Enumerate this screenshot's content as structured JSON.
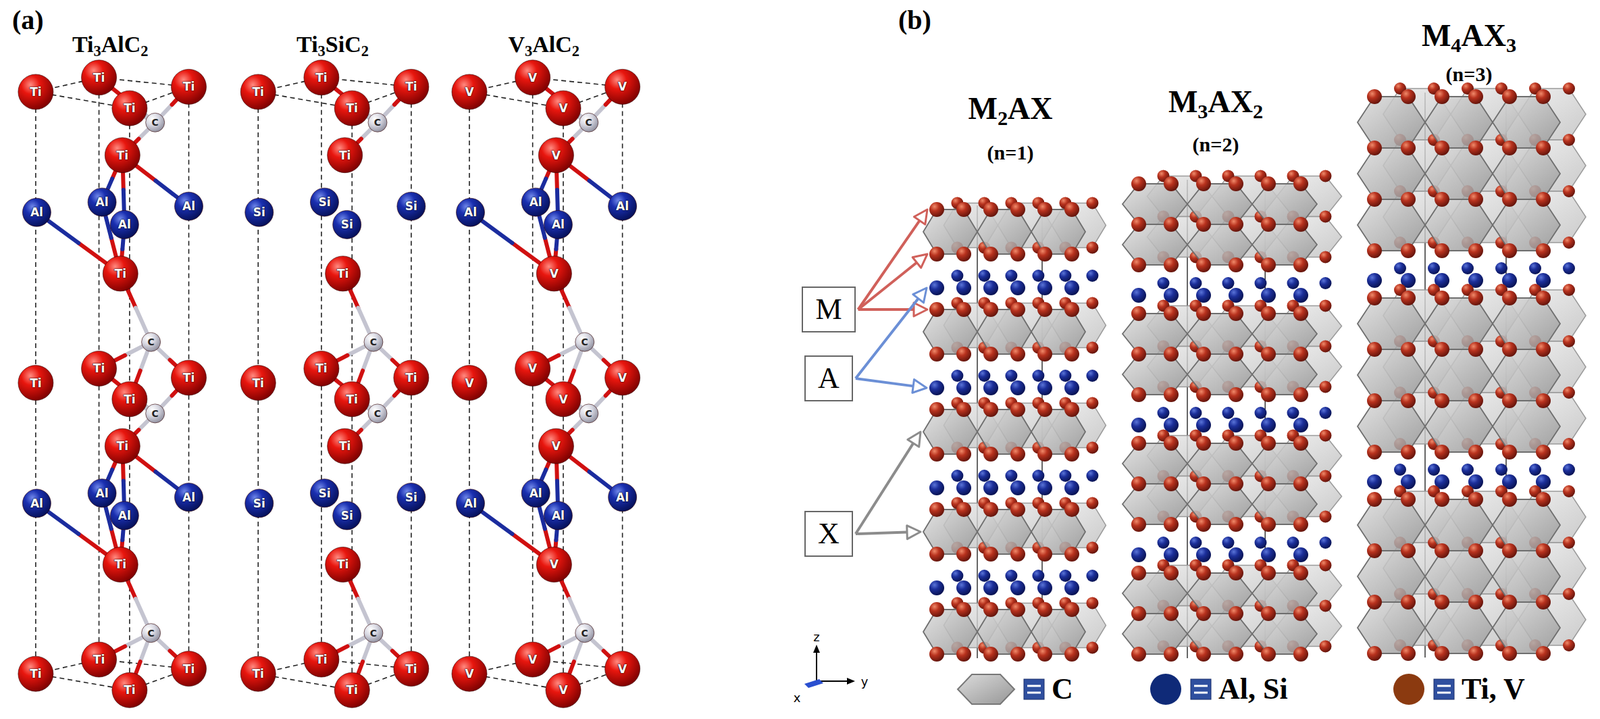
{
  "diagram": {
    "nodes": [
      {
        "text": [
          "M"
        ]
      },
      {
        "text": [
          "A"
        ]
      },
      {
        "text": [
          "X"
        ]
      }
    ],
    "labels": [
      "(a)",
      "Ti3AlC2",
      "Ti3SiC2",
      "V3AlC2",
      "Ti",
      "Ti",
      "Ti",
      "Ti",
      "C",
      "Ti",
      "Al",
      "Al",
      "Al",
      "Al",
      "Ti",
      "C",
      "Ti",
      "Ti",
      "Ti",
      "Ti",
      "C",
      "Ti",
      "Al",
      "Al",
      "Al",
      "Al",
      "Ti",
      "C",
      "Ti",
      "Ti",
      "Ti",
      "Ti",
      "Ti",
      "Ti",
      "Ti",
      "Ti",
      "C",
      "Ti",
      "Si",
      "Si",
      "Si",
      "Si",
      "Ti",
      "C",
      "Ti",
      "Ti",
      "Ti",
      "Ti",
      "C",
      "Ti",
      "Si",
      "Si",
      "Si",
      "Si",
      "Ti",
      "C",
      "Ti",
      "Ti",
      "Ti",
      "Ti",
      "V",
      "V",
      "V",
      "V",
      "C",
      "V",
      "Al",
      "Al",
      "Al",
      "Al",
      "V",
      "C",
      "V",
      "V",
      "V",
      "V",
      "C",
      "V",
      "Al",
      "Al",
      "Al",
      "Al",
      "V",
      "C",
      "V",
      "V",
      "V",
      "V",
      "(b)",
      "M2AX",
      "(n=1)",
      "M3AX2",
      "(n=2)",
      "M4AX3",
      "(n=3)",
      "z",
      "y",
      "x"
    ],
    "legend": [
      {
        "text": "C"
      },
      {
        "text": "Al, Si",
        "color": "#0f2a78"
      },
      {
        "text": "Ti, V",
        "color": "#8b3a10"
      }
    ]
  }
}
